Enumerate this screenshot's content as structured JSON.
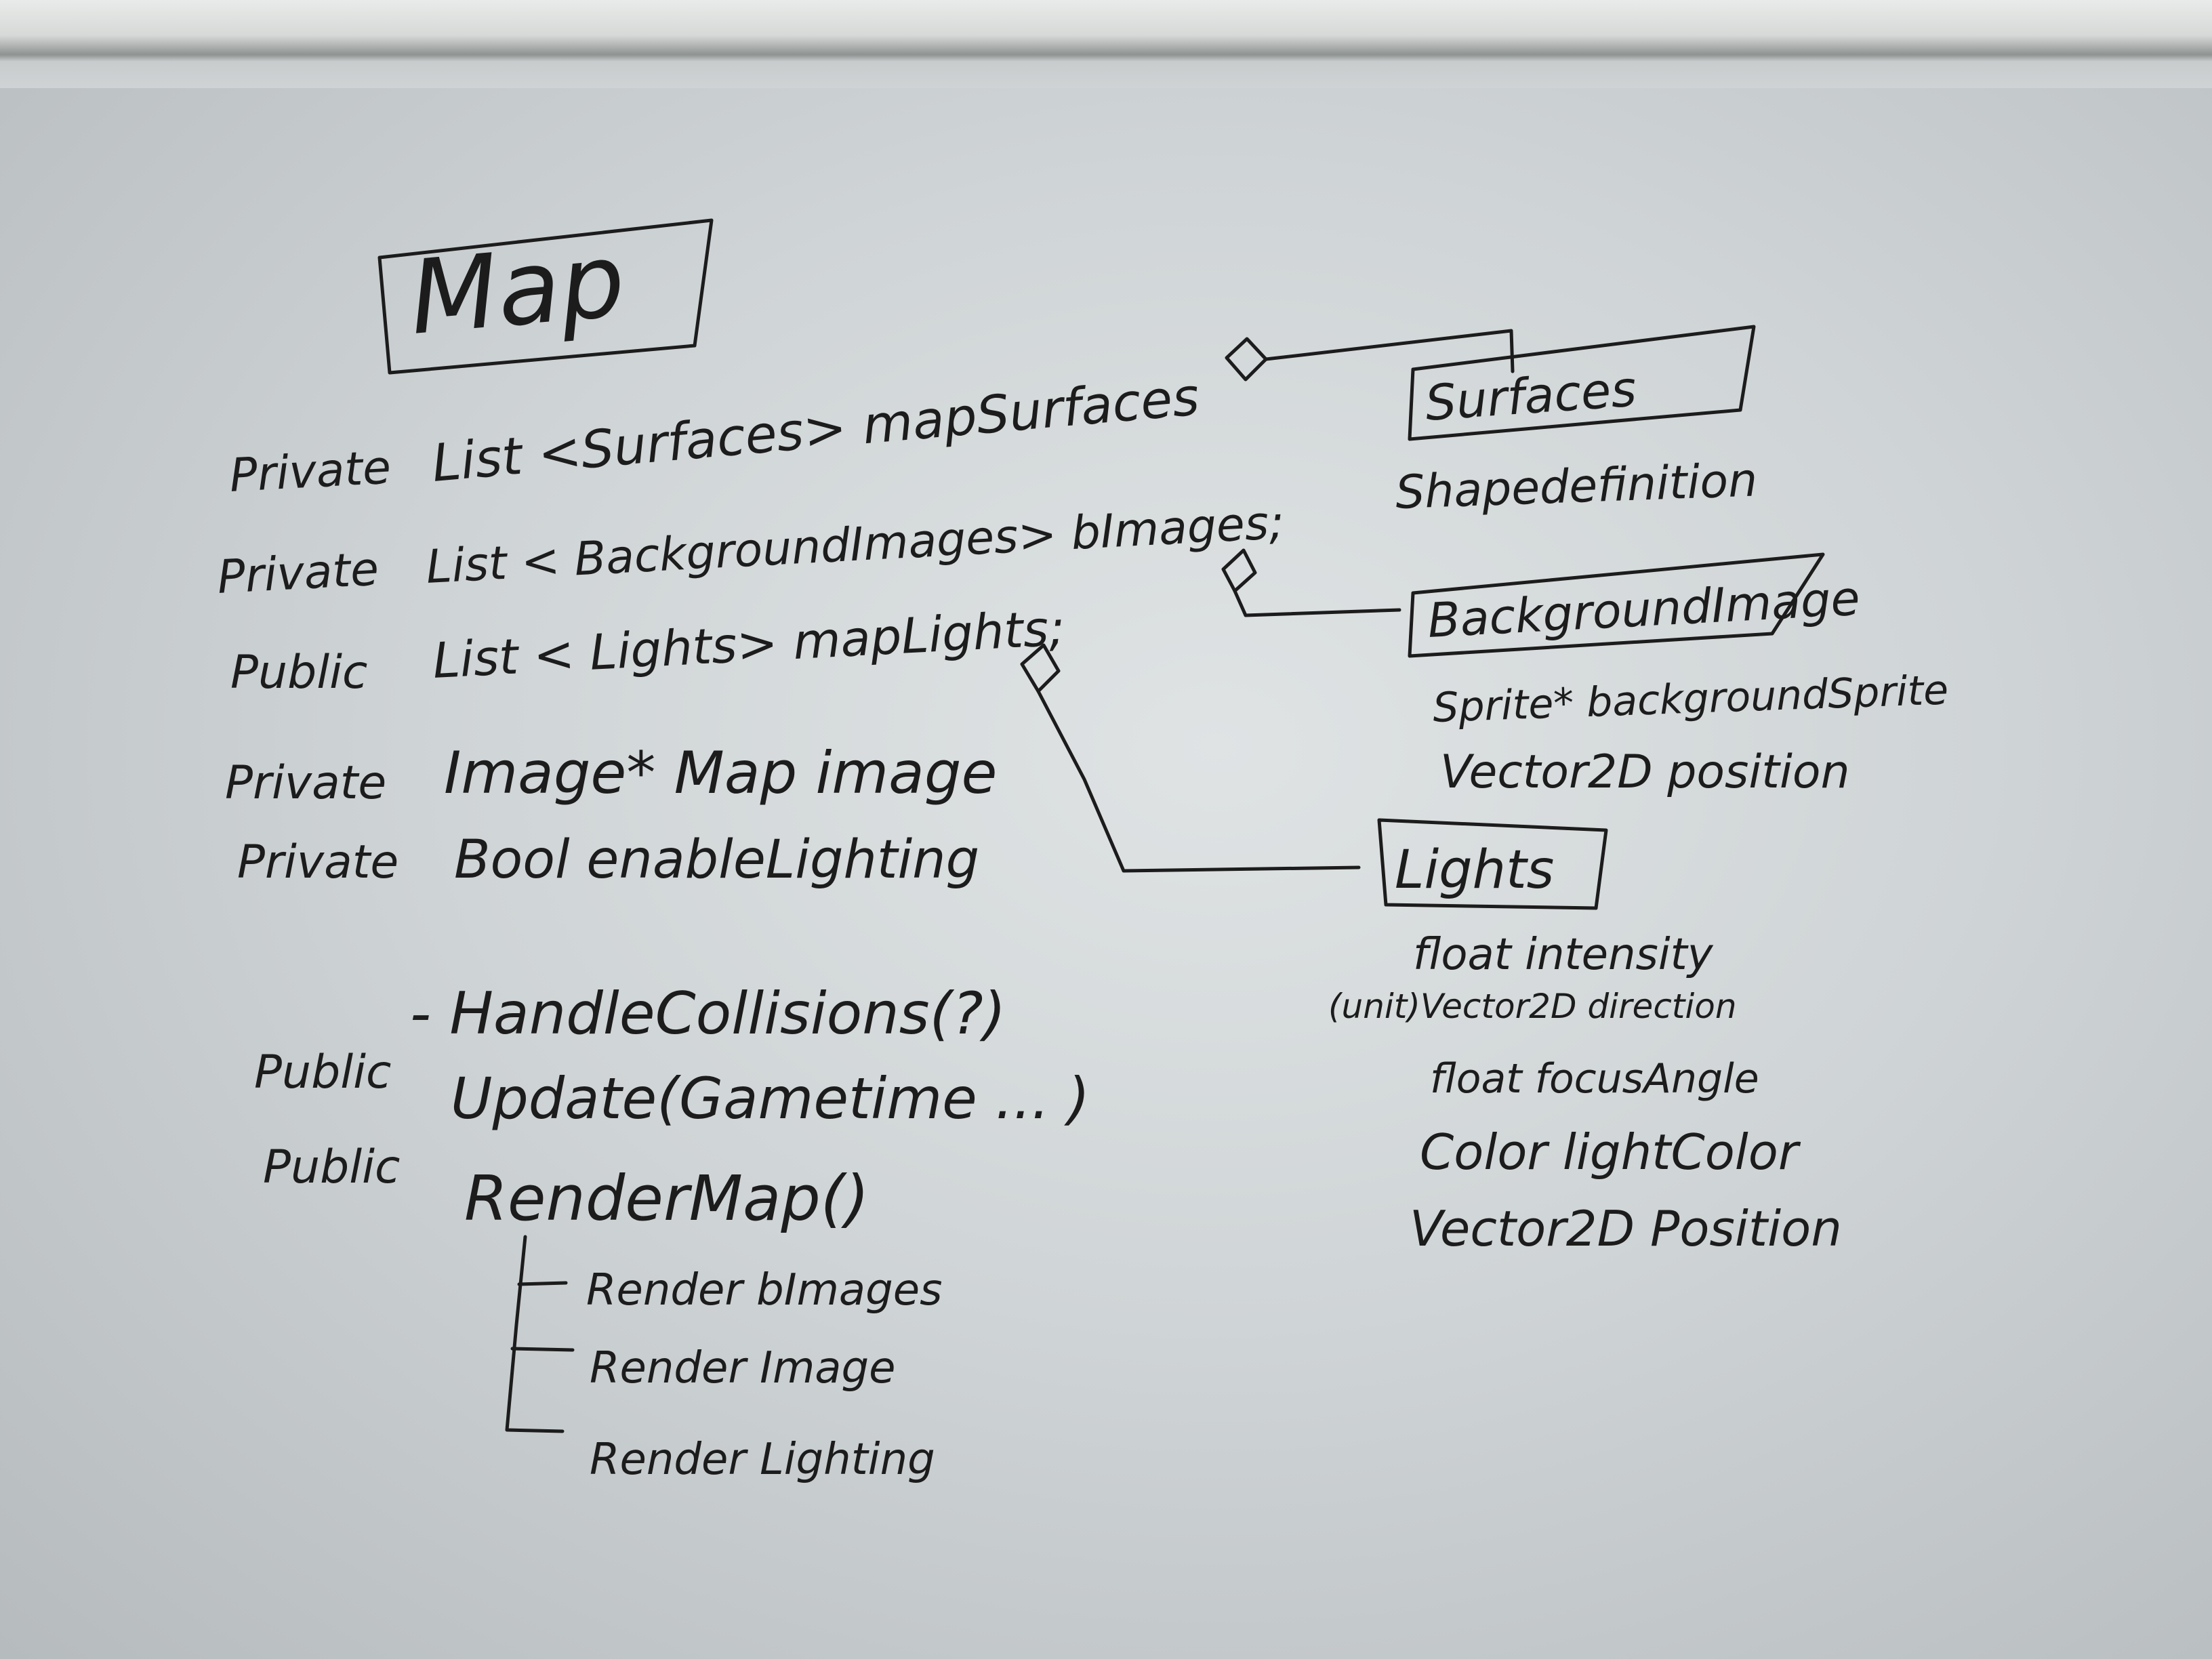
{
  "map_class": {
    "title": "Map",
    "fields": [
      {
        "access": "Private",
        "decl": "List <Surfaces> mapSurfaces"
      },
      {
        "access": "Private",
        "decl": "List < BackgroundImages> bImages;"
      },
      {
        "access": "Public",
        "decl": "List < Lights> mapLights;"
      },
      {
        "access": "Private",
        "decl": "Image* Map image"
      },
      {
        "access": "Private",
        "decl": "Bool enableLighting"
      }
    ],
    "methods": [
      {
        "access": "",
        "decl": "- HandleCollisions(?)"
      },
      {
        "access": "Public",
        "decl": "Update(Gametime ... )"
      },
      {
        "access": "Public",
        "decl": "RenderMap()"
      }
    ],
    "render_steps": [
      "Render bImages",
      "Render Image",
      "Render Lighting"
    ]
  },
  "surfaces_class": {
    "title": "Surfaces",
    "fields": [
      "Shapedefinition"
    ]
  },
  "background_class": {
    "title": "BackgroundImage",
    "fields": [
      "Sprite* backgroundSprite",
      "Vector2D position"
    ]
  },
  "lights_class": {
    "title": "Lights",
    "fields": [
      "float intensity",
      "(unit)Vector2D direction",
      "float focusAngle",
      "Color lightColor",
      "Vector2D Position"
    ]
  },
  "colors": {
    "ink": "#1c1c1c",
    "board": "#d6dadb"
  }
}
